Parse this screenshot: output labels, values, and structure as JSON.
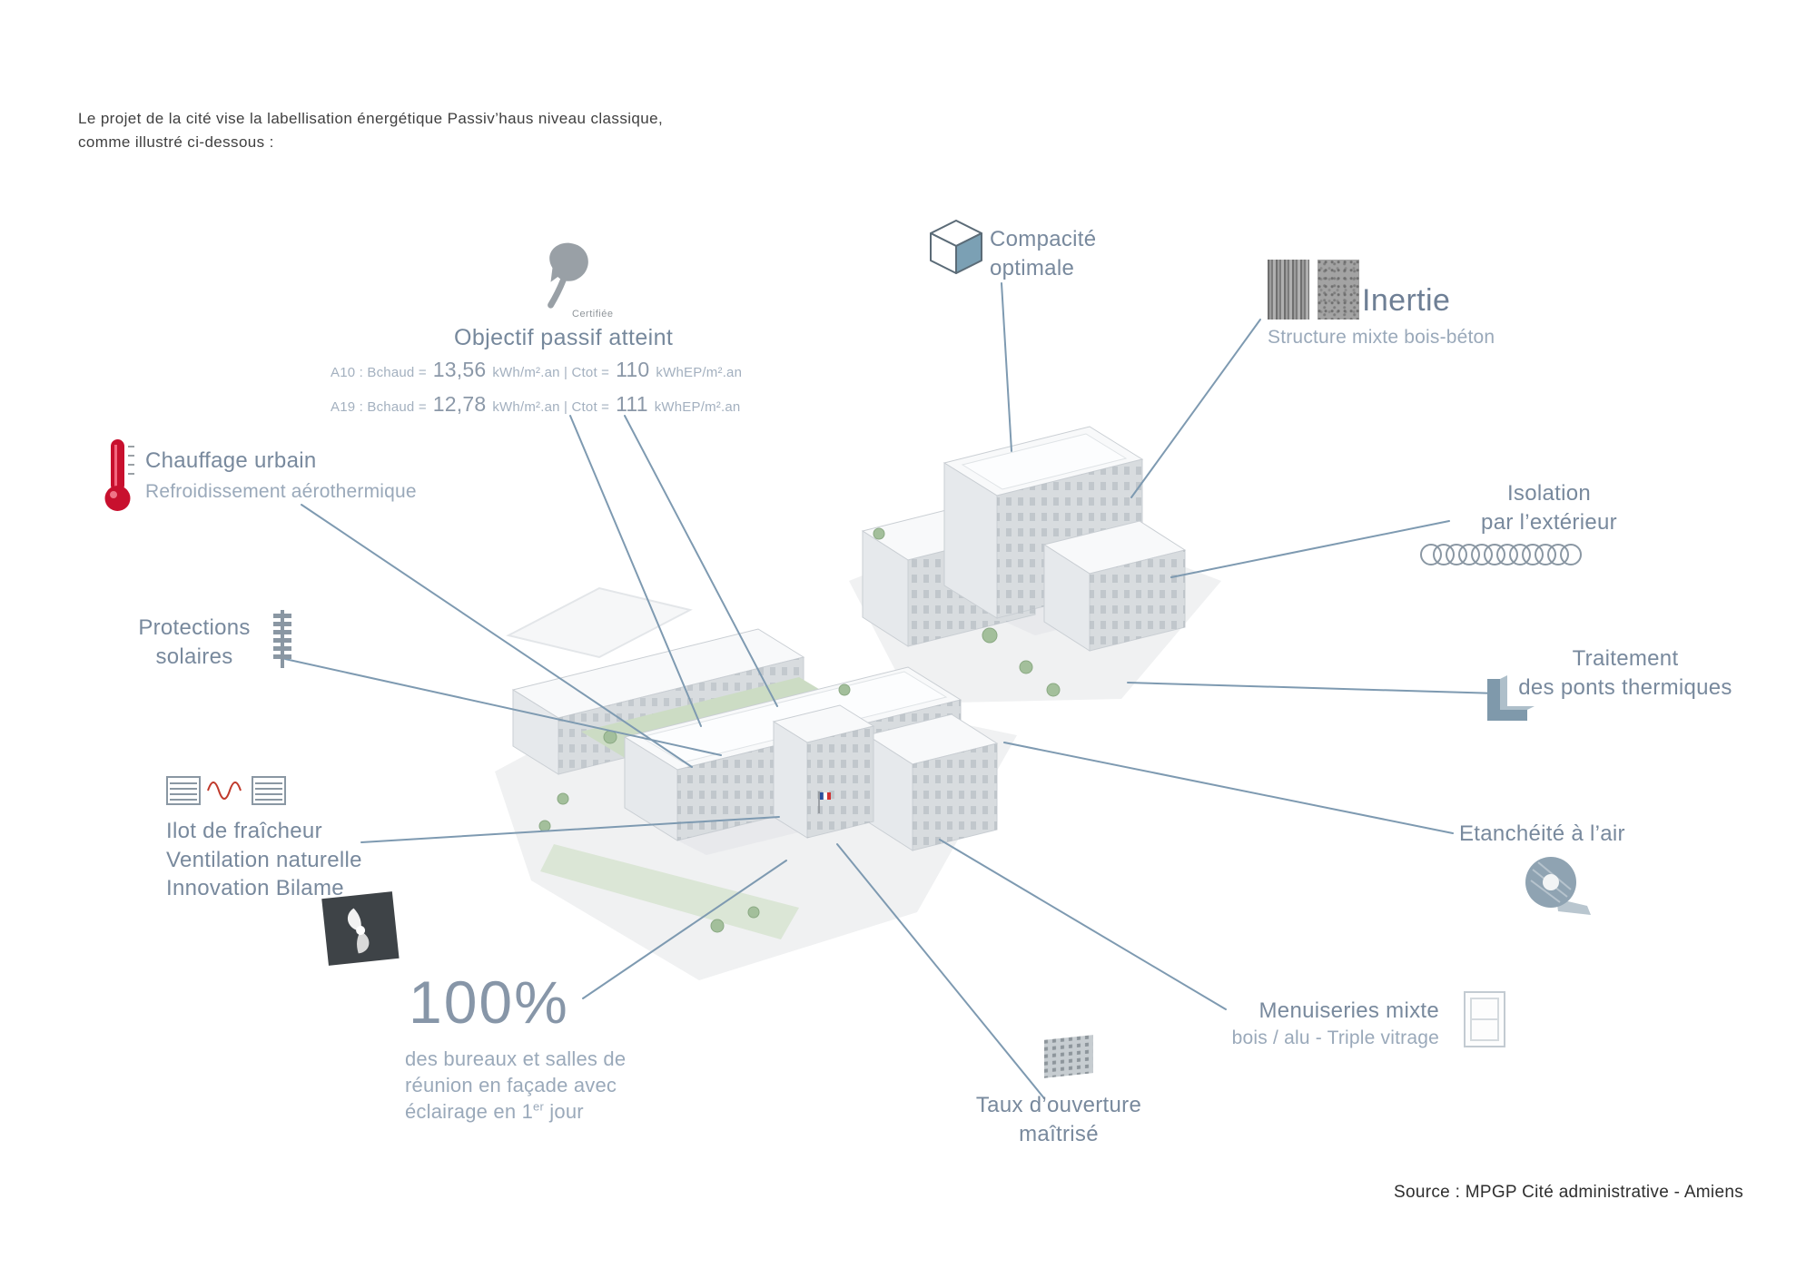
{
  "intro": {
    "line1": "Le projet de la cité vise la labellisation énergétique Passiv’haus niveau classique,",
    "line2": "comme illustré ci-dessous :"
  },
  "annotations": {
    "compacite": {
      "line1": "Compacité",
      "line2": "optimale"
    },
    "inertie": {
      "title": "Inertie",
      "subtitle": "Structure mixte bois-béton"
    },
    "objectif": {
      "certified": "Certifiée",
      "title": "Objectif passif atteint",
      "a10": {
        "label": "A10 : Bchaud =",
        "value1": "13,56",
        "unit1": "kWh/m².an | Ctot =",
        "value2": "110",
        "unit2": "kWhEP/m².an"
      },
      "a19": {
        "label": "A19 : Bchaud =",
        "value1": "12,78",
        "unit1": "kWh/m².an | Ctot =",
        "value2": "111",
        "unit2": "kWhEP/m².an"
      }
    },
    "chauffage": {
      "title": "Chauffage urbain",
      "subtitle": "Refroidissement aérothermique"
    },
    "isolation": {
      "line1": "Isolation",
      "line2": "par l’extérieur"
    },
    "protections": {
      "line1": "Protections",
      "line2": "solaires"
    },
    "ponts": {
      "line1": "Traitement",
      "line2": "des ponts thermiques"
    },
    "ilot": {
      "line1": "Ilot de fraîcheur",
      "line2": "Ventilation naturelle",
      "line3": "Innovation Bilame"
    },
    "etancheite": {
      "title": "Etanchéité à l’air"
    },
    "cent": {
      "value": "100%",
      "line1": "des bureaux et salles de",
      "line2": "réunion en façade avec",
      "line3_pre": "éclairage en 1",
      "line3_sup": "er",
      "line3_post": " jour"
    },
    "menuiseries": {
      "line1": "Menuiseries mixte",
      "line2": "bois / alu - Triple vitrage"
    },
    "taux": {
      "line1": "Taux d’ouverture",
      "line2": "maîtrisé"
    }
  },
  "source": "Source : MPGP Cité administrative - Amiens",
  "colors": {
    "label": "#78899d",
    "label_light": "#9aa9ba",
    "leader_line": "#7e9ab1",
    "accent_red": "#c8102e",
    "cube_face": "#7ba0b4",
    "intro_text": "#3f3f3f"
  }
}
